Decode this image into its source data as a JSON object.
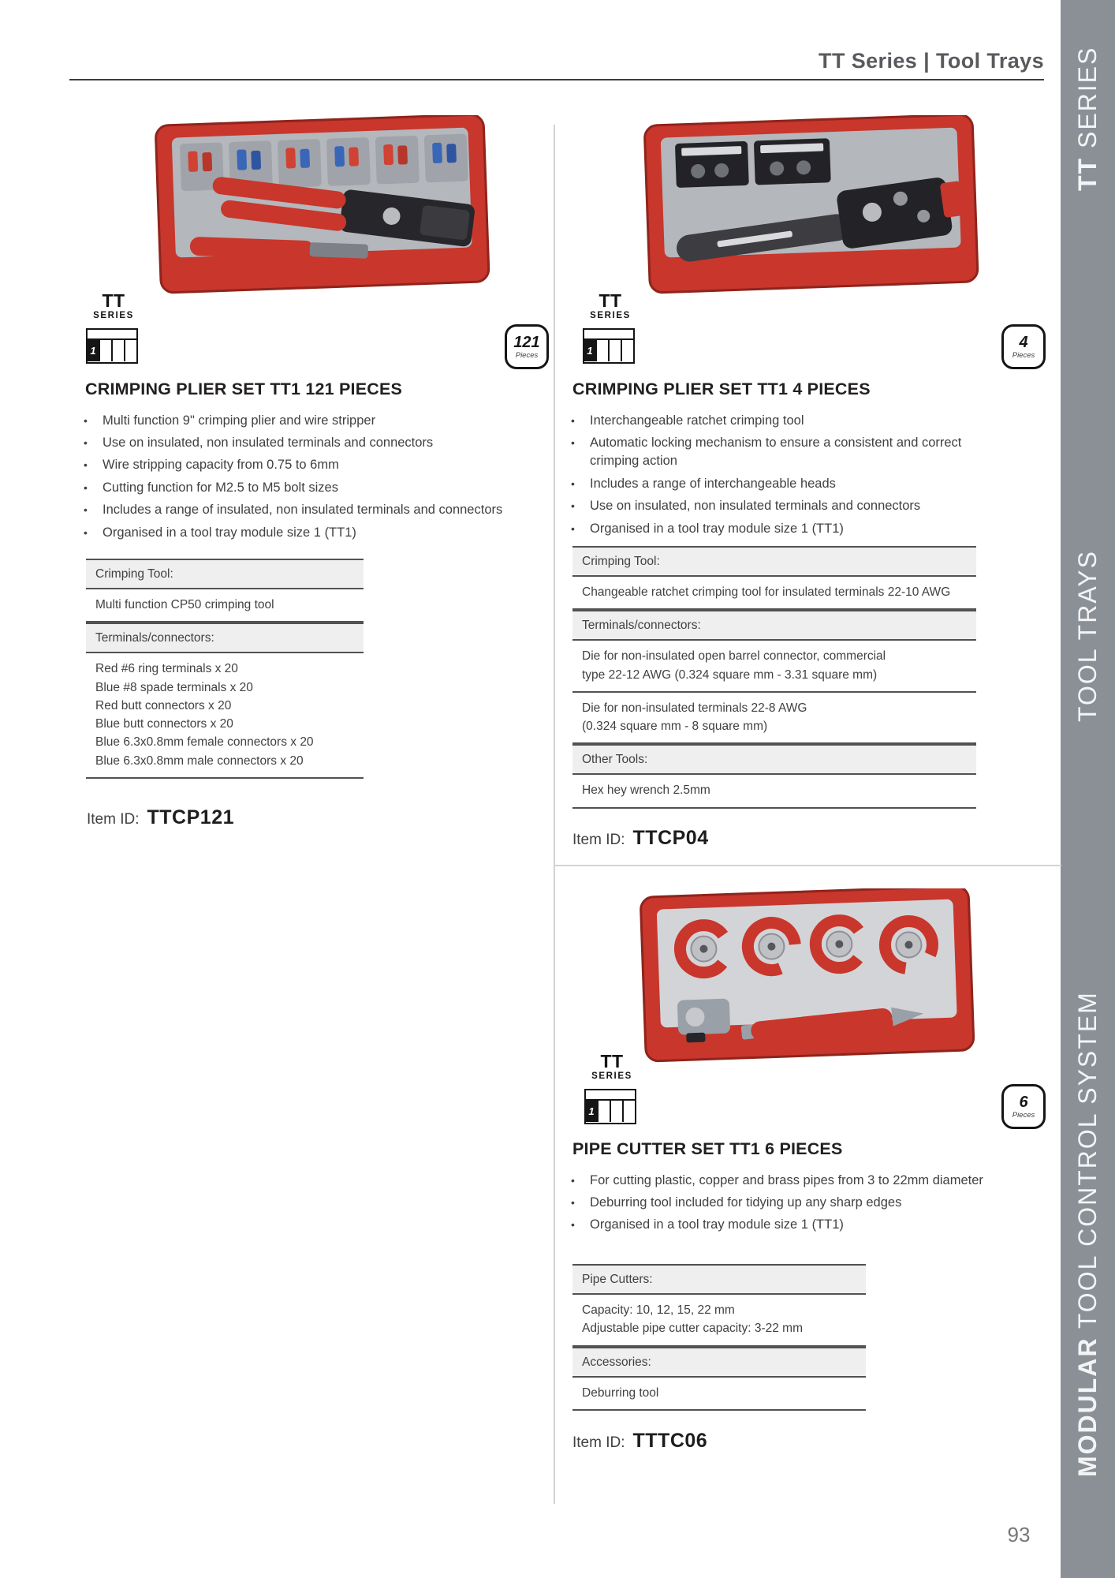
{
  "header": {
    "title": "TT Series | Tool Trays"
  },
  "sidebar": {
    "top_bold": "TT",
    "top_rest": " SERIES",
    "middle": "TOOL TRAYS",
    "bottom_bold": "MODULAR",
    "bottom_rest": " TOOL CONTROL SYSTEM"
  },
  "page_number": "93",
  "colors": {
    "accent_red": "#c8362c",
    "sidebar_gray": "#8b9097",
    "table_header_bg": "#efeff0",
    "rule_dark": "#3d3e40",
    "text_dark": "#221f20",
    "text_body": "#414042"
  },
  "products": [
    {
      "series_mark": {
        "tt": "TT",
        "series": "SERIES"
      },
      "grid_cell": "1",
      "badge": {
        "count": "121",
        "unit": "Pieces"
      },
      "title": "CRIMPING PLIER SET TT1 121 PIECES",
      "bullets": [
        "Multi function 9\" crimping plier and wire stripper",
        "Use on insulated, non insulated terminals and connectors",
        "Wire stripping capacity from 0.75 to 6mm",
        "Cutting function for M2.5 to M5 bolt sizes",
        "Includes a range of insulated, non insulated terminals and connectors",
        "Organised in a tool tray module size 1 (TT1)"
      ],
      "specs": [
        {
          "kind": "header",
          "text": "Crimping Tool:"
        },
        {
          "kind": "value",
          "lines": [
            "Multi function CP50 crimping tool"
          ]
        },
        {
          "kind": "header",
          "text": "Terminals/connectors:"
        },
        {
          "kind": "value",
          "lines": [
            "Red #6 ring terminals x 20",
            "Blue #8 spade terminals x 20",
            "Red butt connectors x 20",
            "Blue butt connectors x 20",
            "Blue 6.3x0.8mm female connectors x 20",
            "Blue 6.3x0.8mm male connectors x 20"
          ]
        }
      ],
      "item_id_label": "Item ID:",
      "item_id": "TTCP121"
    },
    {
      "series_mark": {
        "tt": "TT",
        "series": "SERIES"
      },
      "grid_cell": "1",
      "badge": {
        "count": "4",
        "unit": "Pieces"
      },
      "title": "CRIMPING PLIER SET TT1 4 PIECES",
      "bullets": [
        "Interchangeable ratchet crimping tool",
        "Automatic locking mechanism to ensure a consistent and correct crimping action",
        "Includes a range of interchangeable heads",
        "Use on insulated, non insulated terminals and connectors",
        "Organised in a tool tray module size 1 (TT1)"
      ],
      "specs": [
        {
          "kind": "header",
          "text": "Crimping Tool:"
        },
        {
          "kind": "value",
          "lines": [
            "Changeable ratchet crimping tool for insulated terminals 22-10 AWG"
          ]
        },
        {
          "kind": "header",
          "text": "Terminals/connectors:"
        },
        {
          "kind": "value",
          "lines": [
            "Die for non-insulated open barrel connector, commercial",
            "type 22-12 AWG (0.324 square mm - 3.31 square mm)"
          ]
        },
        {
          "kind": "value",
          "lines": [
            "Die for non-insulated terminals 22-8 AWG",
            "(0.324 square mm - 8 square mm)"
          ]
        },
        {
          "kind": "header",
          "text": "Other Tools:"
        },
        {
          "kind": "value",
          "lines": [
            "Hex hey wrench 2.5mm"
          ]
        }
      ],
      "item_id_label": "Item ID:",
      "item_id": "TTCP04"
    },
    {
      "series_mark": {
        "tt": "TT",
        "series": "SERIES"
      },
      "grid_cell": "1",
      "badge": {
        "count": "6",
        "unit": "Pieces"
      },
      "title": "PIPE CUTTER SET TT1 6 PIECES",
      "bullets": [
        "For cutting plastic, copper and brass pipes from 3 to 22mm diameter",
        "Deburring tool included for tidying up any sharp edges",
        "Organised in a tool tray module size 1 (TT1)"
      ],
      "specs": [
        {
          "kind": "header",
          "text": "Pipe Cutters:"
        },
        {
          "kind": "value",
          "lines": [
            "Capacity: 10, 12, 15, 22 mm",
            "Adjustable pipe cutter capacity: 3-22 mm"
          ]
        },
        {
          "kind": "header",
          "text": "Accessories:"
        },
        {
          "kind": "value",
          "lines": [
            "Deburring tool"
          ]
        }
      ],
      "item_id_label": "Item ID:",
      "item_id": "TTTC06"
    }
  ]
}
